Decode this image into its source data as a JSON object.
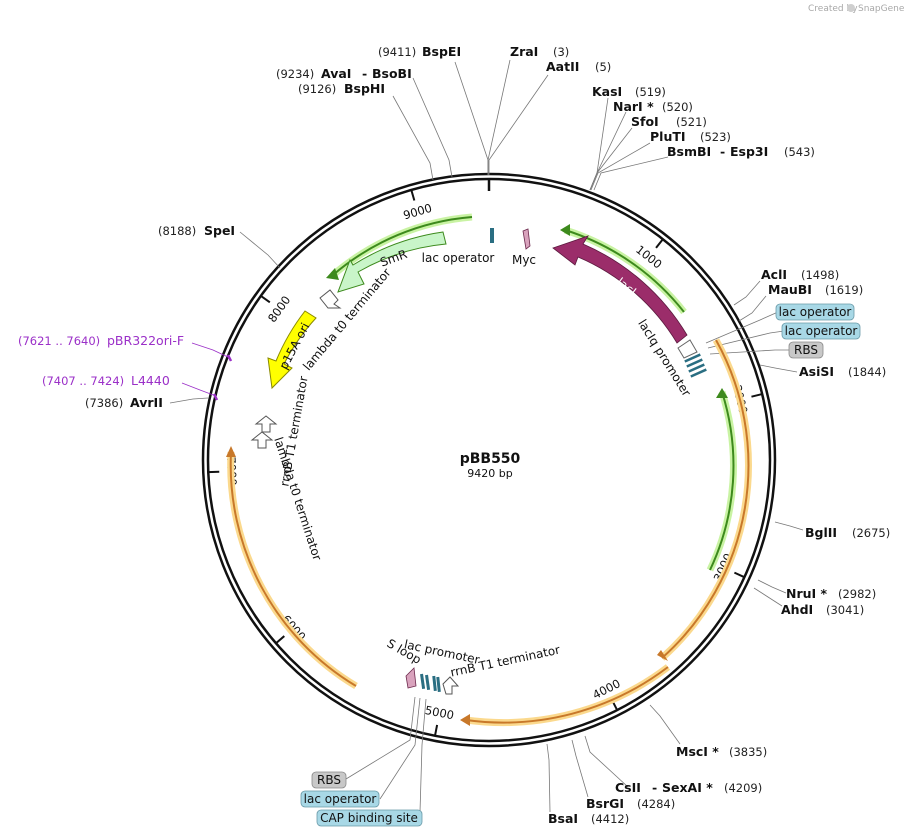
{
  "credit": {
    "created_by": "Created by",
    "brand": "SnapGene"
  },
  "plasmid": {
    "name": "pBB550",
    "length": "9420 bp"
  },
  "ticks": [
    "1000",
    "2000",
    "3000",
    "4000",
    "5000",
    "6000",
    "7000",
    "8000",
    "9000"
  ],
  "sites": [
    {
      "num": "(9411)",
      "name": "BspEI"
    },
    {
      "name": "ZraI",
      "num": "(3)"
    },
    {
      "name": "AatII",
      "num": "(5)"
    },
    {
      "num": "(9234)",
      "name": "AvaI",
      "name2": "BsoBI"
    },
    {
      "num": "(9126)",
      "name": "BspHI"
    },
    {
      "name": "KasI",
      "num": "(519)"
    },
    {
      "name": "NarI *",
      "num": "(520)"
    },
    {
      "name": "SfoI",
      "num": "(521)"
    },
    {
      "name": "PluTI",
      "num": "(523)"
    },
    {
      "name": "BsmBI",
      "name2": "Esp3I",
      "num": "(543)"
    },
    {
      "num": "(8188)",
      "name": "SpeI"
    },
    {
      "name": "AclI",
      "num": "(1498)"
    },
    {
      "name": "MauBI",
      "num": "(1619)"
    },
    {
      "name": "AsiSI",
      "num": "(1844)"
    },
    {
      "num": "(7386)",
      "name": "AvrII"
    },
    {
      "name": "BglII",
      "num": "(2675)"
    },
    {
      "name": "NruI *",
      "num": "(2982)"
    },
    {
      "name": "AhdI",
      "num": "(3041)"
    },
    {
      "name": "MscI *",
      "num": "(3835)"
    },
    {
      "name": "CsII",
      "name2": "SexAI *",
      "num": "(4209)"
    },
    {
      "name": "BsrGI",
      "num": "(4284)"
    },
    {
      "name": "BsaI",
      "num": "(4412)"
    }
  ],
  "primers": [
    {
      "range": "(7621 .. 7640)",
      "name": "pBR322ori-F"
    },
    {
      "range": "(7407 .. 7424)",
      "name": "L4440"
    }
  ],
  "boxes": {
    "lac_operator_1": "lac operator",
    "lac_operator_2": "lac operator",
    "rbs_right": "RBS",
    "rbs_bottom": "RBS",
    "lac_operator_bottom": "lac operator",
    "cap_site": "CAP binding site"
  },
  "features": {
    "lacI": "lacI",
    "SmR": "SmR",
    "p15A_ori": "p15A ori",
    "lac_operator": "lac operator",
    "Myc": "Myc",
    "lacIq_promoter": "lacIq promoter",
    "lambda_t0_top": "lambda t0 terminator",
    "rrnB_T1_left": "rrnB T1 terminator",
    "lambda_t0_left": "lambda t0 terminator",
    "lac_promoter": "lac promoter",
    "S_loop": "S loop",
    "rrnB_T1_bottom": "rrnB T1 terminator"
  },
  "colors": {
    "lacI": "#9b2d6a",
    "SmR": "#c9f5c9",
    "p15A_ori": "#ffff00",
    "orf_orange": "#c8782a",
    "orf_halo": "#fbd98d",
    "green_arrow": "#3d8a1d",
    "green_halo": "#c9f3a3",
    "box_blue": "#a8d8e6",
    "box_grey": "#c8c8c8",
    "purple": "#9b30c8"
  }
}
